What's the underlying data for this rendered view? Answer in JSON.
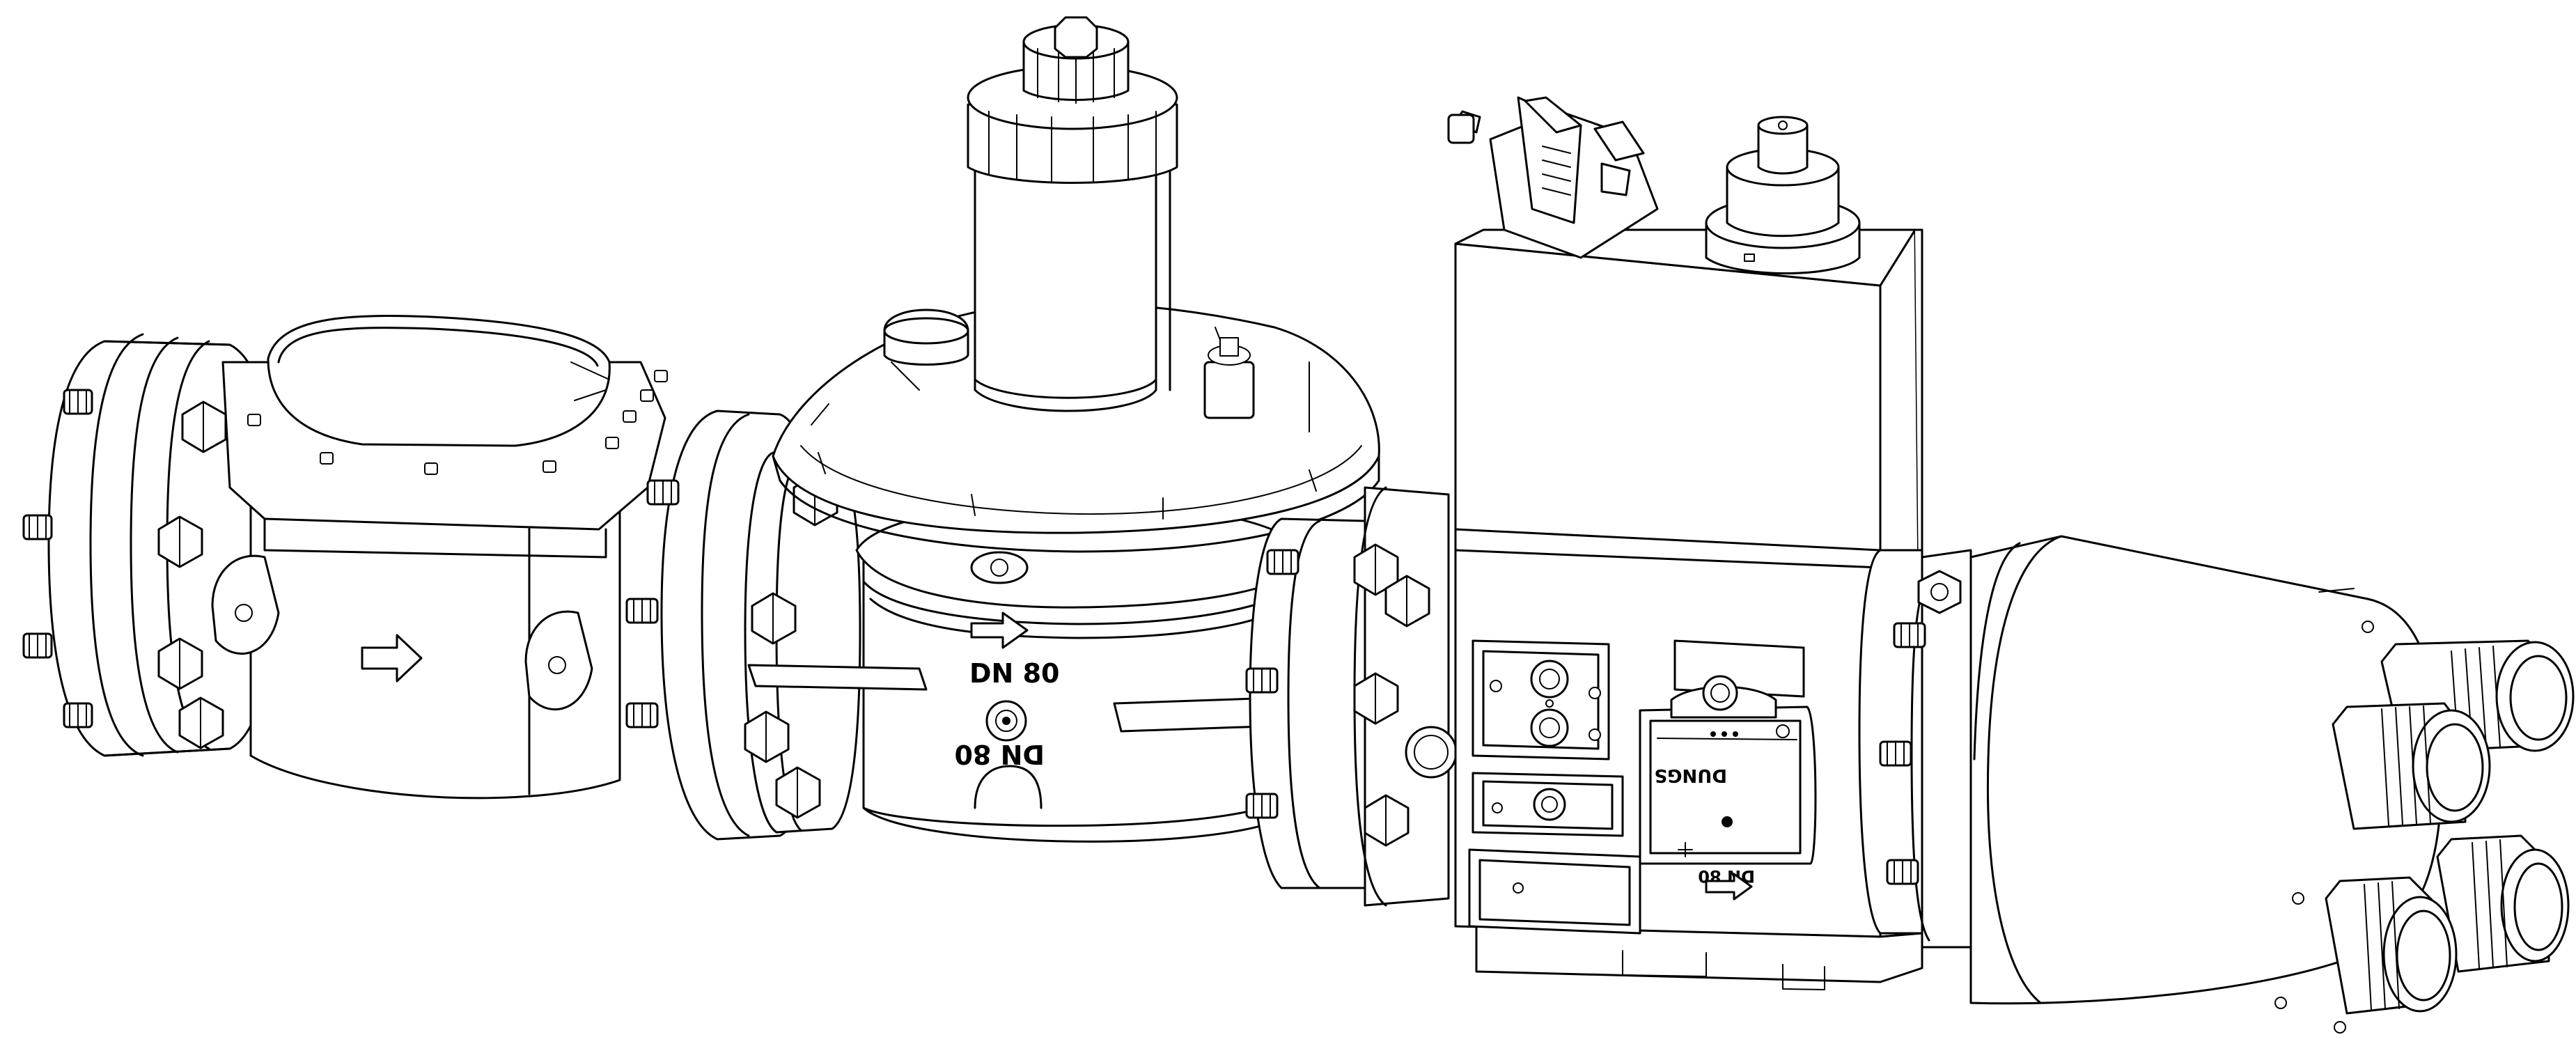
{
  "markings": {
    "regulator_dn_top": "DN 80",
    "regulator_dn_bottom": "DN 80",
    "brand": "DUNGS",
    "multiblock_dn": "DN 80"
  }
}
